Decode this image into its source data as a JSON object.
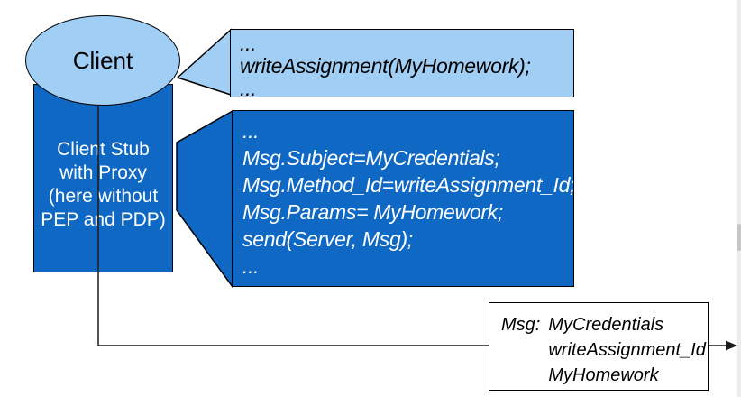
{
  "colors": {
    "light_blue": "#A0CEF4",
    "dark_blue": "#0E68C4",
    "outline": "#000000",
    "line": "#1a1a1a"
  },
  "client": {
    "label": "Client"
  },
  "client_stub": {
    "lines": [
      "Client Stub",
      "with Proxy",
      "(here without",
      "PEP and PDP)"
    ]
  },
  "client_code_callout": {
    "lines": [
      "...",
      "writeAssignment(MyHomework);",
      "..."
    ]
  },
  "stub_code_callout": {
    "lines": [
      "...",
      "Msg.Subject=MyCredentials;",
      "Msg.Method_Id=writeAssignment_Id;",
      "Msg.Params= MyHomework;",
      "send(Server, Msg);",
      "..."
    ]
  },
  "message_box": {
    "label": "Msg:",
    "values": [
      "MyCredentials",
      "writeAssignment_Id",
      "MyHomework"
    ]
  }
}
